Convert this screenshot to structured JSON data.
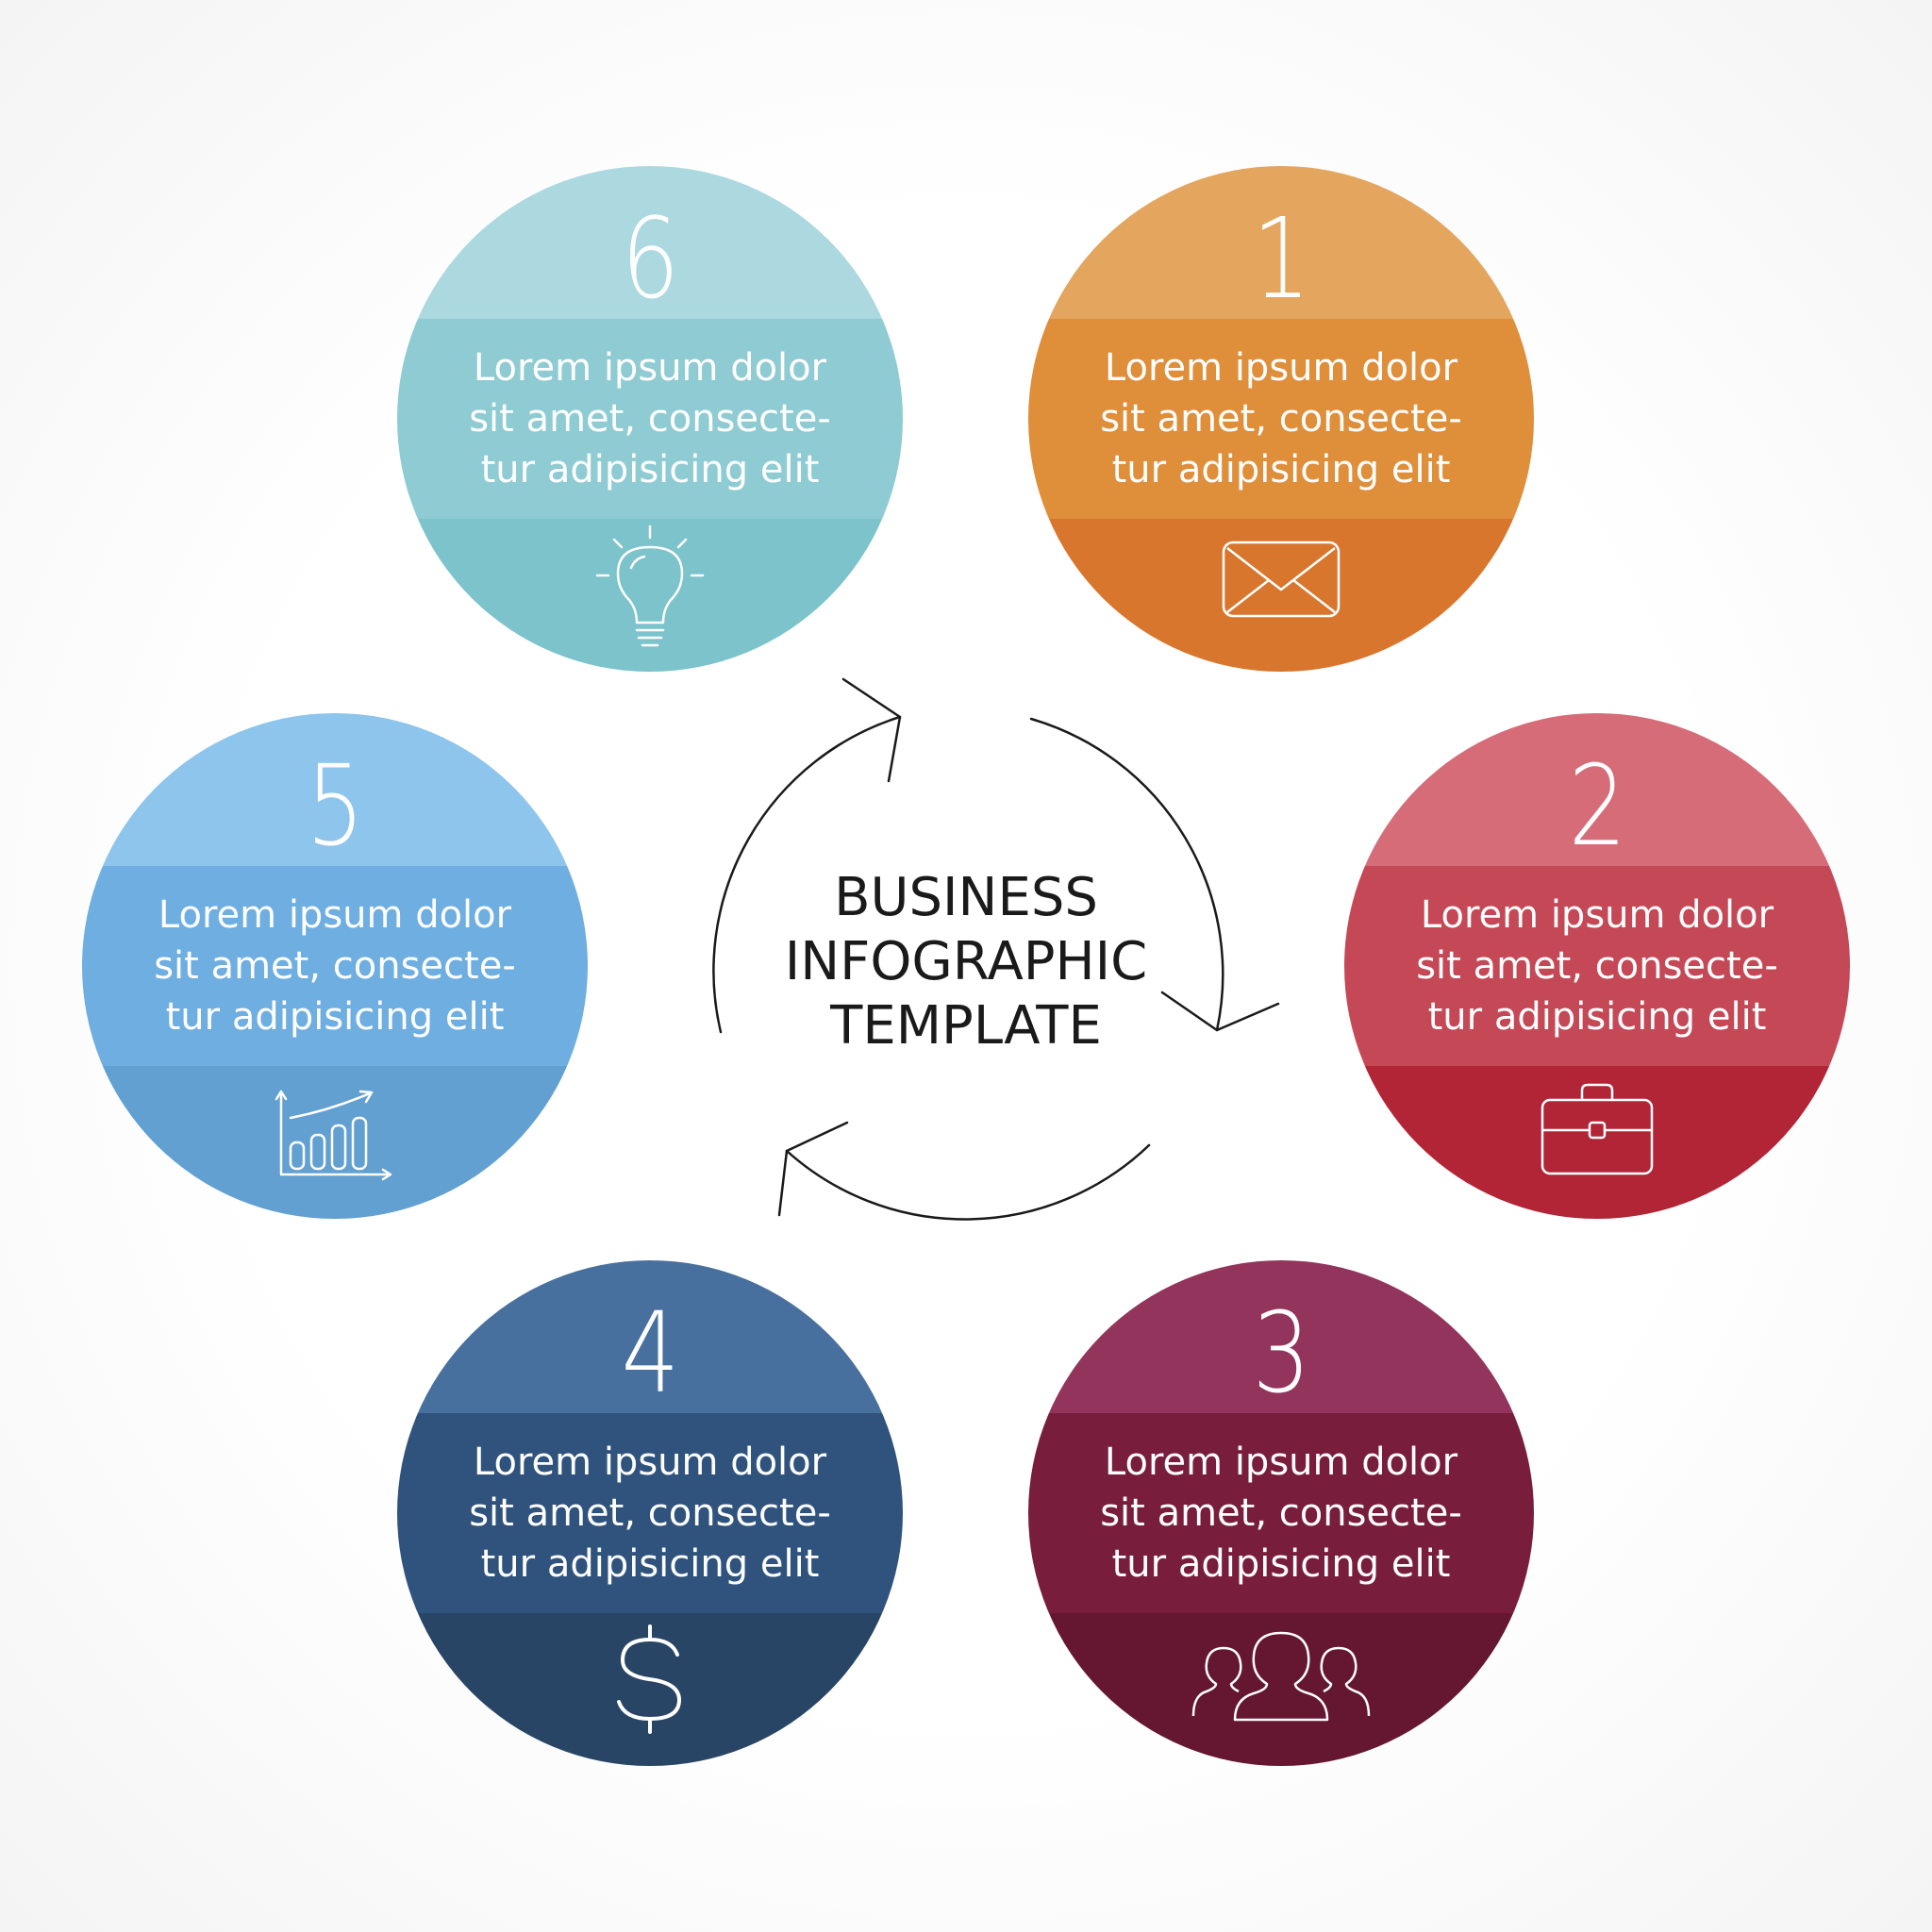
{
  "center": {
    "lines": [
      "BUSINESS",
      "INFOGRAPHIC",
      "TEMPLATE"
    ]
  },
  "steps": [
    {
      "number": "1",
      "text": [
        "Lorem ipsum dolor",
        "sit amet, consecte-",
        "tur adipisicing elit"
      ],
      "icon": "envelope-icon",
      "colors": {
        "top": "#e4a55f",
        "mid": "#df8e3a",
        "bottom": "#d9762e"
      }
    },
    {
      "number": "2",
      "text": [
        "Lorem ipsum dolor",
        "sit amet, consecte-",
        "tur adipisicing elit"
      ],
      "icon": "briefcase-icon",
      "colors": {
        "top": "#d66c78",
        "mid": "#c54856",
        "bottom": "#b22536"
      }
    },
    {
      "number": "3",
      "text": [
        "Lorem ipsum dolor",
        "sit amet, consecte-",
        "tur adipisicing elit"
      ],
      "icon": "people-icon",
      "colors": {
        "top": "#92345c",
        "mid": "#791d3d",
        "bottom": "#651630"
      }
    },
    {
      "number": "4",
      "text": [
        "Lorem ipsum dolor",
        "sit amet, consecte-",
        "tur adipisicing elit"
      ],
      "icon": "dollar-icon",
      "colors": {
        "top": "#47709e",
        "mid": "#30537d",
        "bottom": "#294565"
      }
    },
    {
      "number": "5",
      "text": [
        "Lorem ipsum dolor",
        "sit amet, consecte-",
        "tur adipisicing elit"
      ],
      "icon": "bar-chart-icon",
      "colors": {
        "top": "#8ec5ec",
        "mid": "#6eaee0",
        "bottom": "#62a0d2"
      }
    },
    {
      "number": "6",
      "text": [
        "Lorem ipsum dolor",
        "sit amet, consecte-",
        "tur adipisicing elit"
      ],
      "icon": "lightbulb-icon",
      "colors": {
        "top": "#acd9e0",
        "mid": "#8ecbd3",
        "bottom": "#7cc3cb"
      }
    }
  ]
}
